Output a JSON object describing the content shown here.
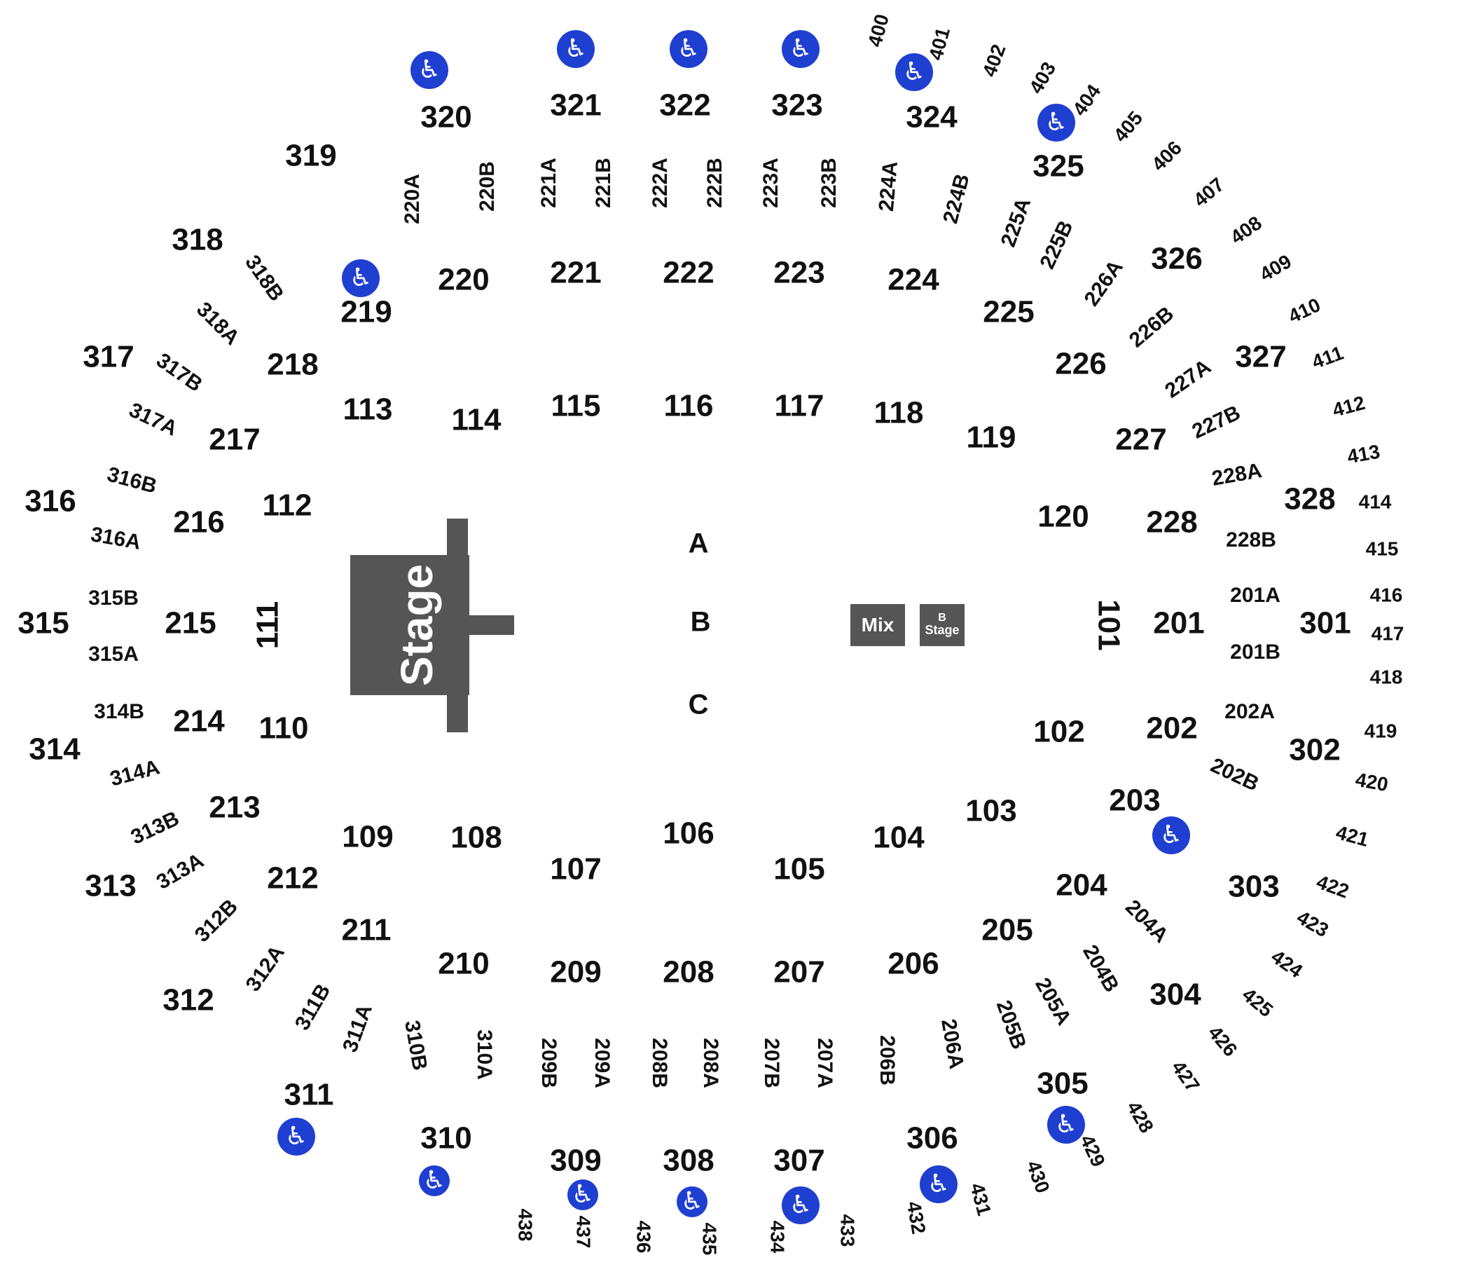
{
  "stage": {
    "label": "Stage"
  },
  "mix": {
    "label": "Mix"
  },
  "b_stage": {
    "line1": "B",
    "line2": "Stage"
  },
  "floor_rows": [
    "A",
    "B",
    "C"
  ],
  "sections": [
    "101",
    "102",
    "103",
    "104",
    "105",
    "106",
    "107",
    "108",
    "109",
    "110",
    "111",
    "112",
    "113",
    "114",
    "115",
    "116",
    "117",
    "118",
    "119",
    "120",
    "201",
    "202",
    "203",
    "204",
    "205",
    "206",
    "207",
    "208",
    "209",
    "210",
    "211",
    "212",
    "213",
    "214",
    "215",
    "216",
    "217",
    "218",
    "219",
    "220",
    "221",
    "222",
    "223",
    "224",
    "225",
    "226",
    "227",
    "228",
    "301",
    "302",
    "303",
    "304",
    "305",
    "306",
    "307",
    "308",
    "309",
    "310",
    "311",
    "312",
    "313",
    "314",
    "315",
    "316",
    "317",
    "318",
    "319",
    "320",
    "321",
    "322",
    "323",
    "324",
    "325",
    "326",
    "327",
    "328"
  ],
  "sub_sections": [
    "201A",
    "201B",
    "202A",
    "202B",
    "204A",
    "204B",
    "205A",
    "205B",
    "206A",
    "206B",
    "207A",
    "207B",
    "208A",
    "208B",
    "209A",
    "209B",
    "310A",
    "310B",
    "311A",
    "311B",
    "312A",
    "312B",
    "313A",
    "313B",
    "314A",
    "314B",
    "315A",
    "315B",
    "316A",
    "316B",
    "317A",
    "317B",
    "318A",
    "318B",
    "220A",
    "220B",
    "221A",
    "221B",
    "222A",
    "222B",
    "223A",
    "223B",
    "224A",
    "224B",
    "225A",
    "225B",
    "226A",
    "226B",
    "227A",
    "227B",
    "228A",
    "228B"
  ],
  "outer_sections": [
    "400",
    "401",
    "402",
    "403",
    "404",
    "405",
    "406",
    "407",
    "408",
    "409",
    "410",
    "411",
    "412",
    "413",
    "414",
    "415",
    "416",
    "417",
    "418",
    "419",
    "420",
    "421",
    "422",
    "423",
    "424",
    "425",
    "426",
    "427",
    "428",
    "429",
    "430",
    "431",
    "432",
    "433",
    "434",
    "435",
    "436",
    "437",
    "438"
  ],
  "icons": {
    "accessible": "wheelchair-icon",
    "glyph": "♿"
  },
  "colors": {
    "stage": "#555555",
    "accessible": "#1f3fd1",
    "text": "#111111"
  }
}
